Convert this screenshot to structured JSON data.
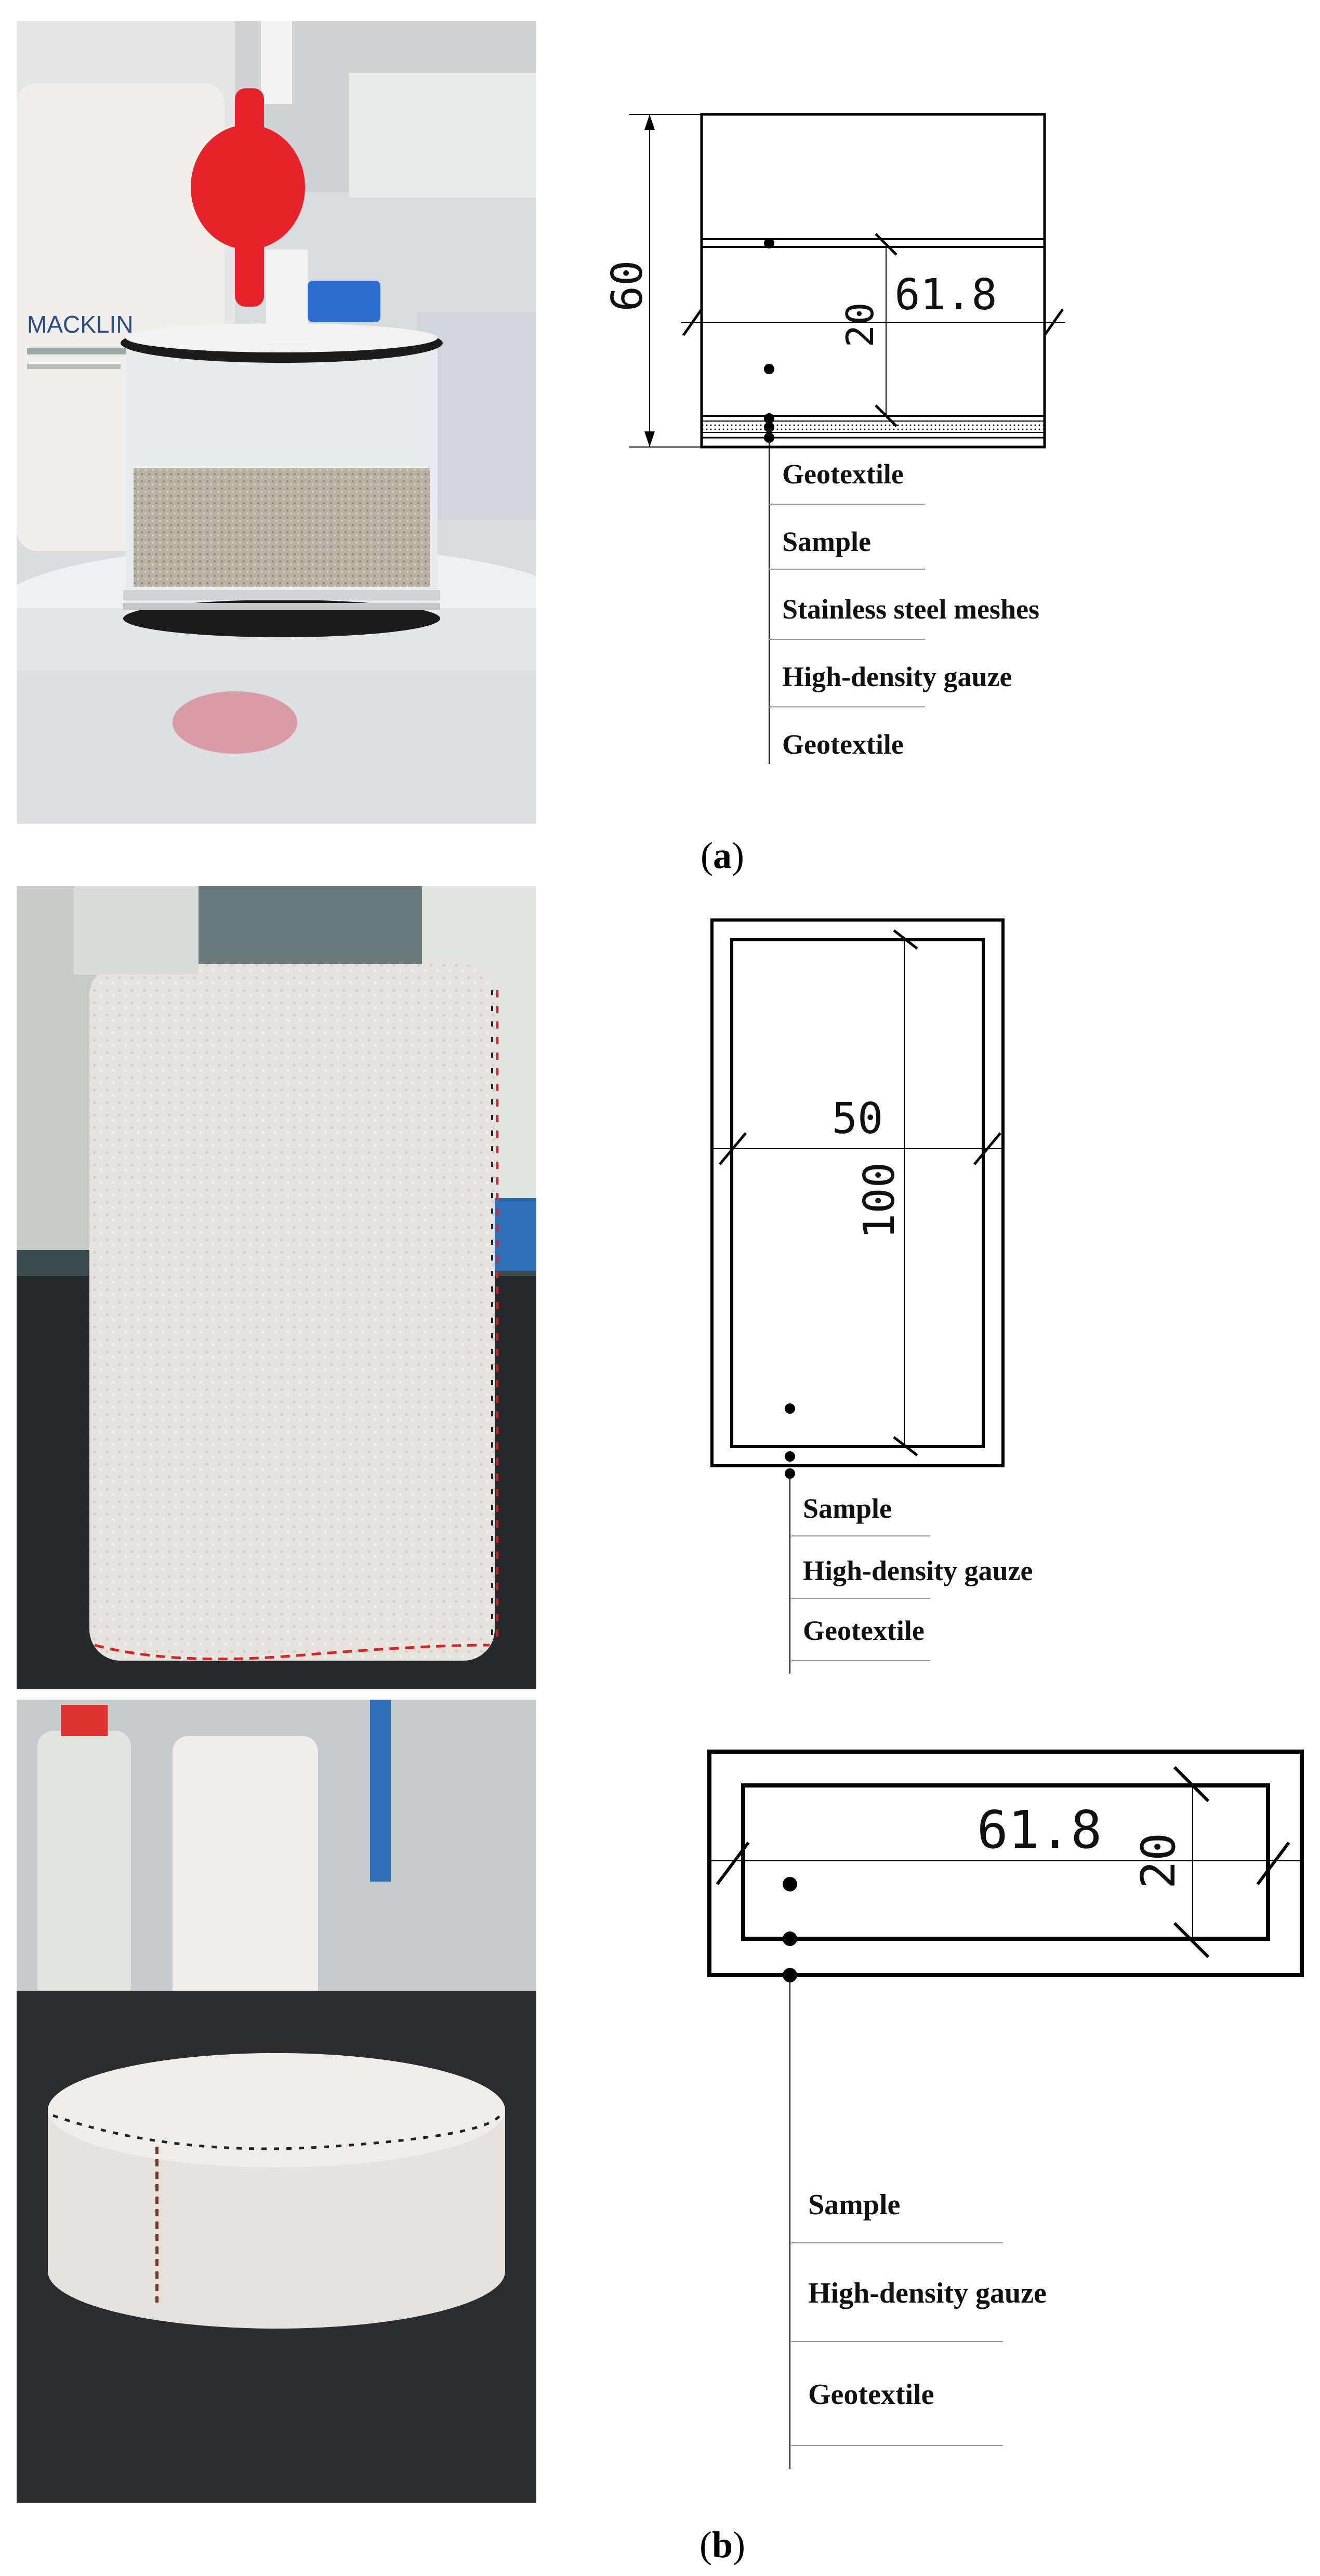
{
  "figure": {
    "caption_a": "a",
    "caption_b": "b"
  },
  "diagram_a": {
    "height_dim": "60",
    "diameter_dim": "61.8",
    "sample_dim": "20",
    "layers": [
      "Geotextile",
      "Sample",
      "Stainless steel meshes",
      "High-density gauze",
      "Geotextile"
    ]
  },
  "diagram_b1": {
    "width_dim": "50",
    "height_dim": "100",
    "layers": [
      "Sample",
      "High-density gauze",
      "Geotextile"
    ]
  },
  "diagram_b2": {
    "diameter_dim": "61.8",
    "height_dim": "20",
    "layers": [
      "Sample",
      "High-density gauze",
      "Geotextile"
    ]
  },
  "photo_a": {
    "bottle_label": "MACKLIN"
  },
  "colors": {
    "cap_red": "#e8222a",
    "felt": "#e6e3dc",
    "bench": "#2a2c30"
  }
}
